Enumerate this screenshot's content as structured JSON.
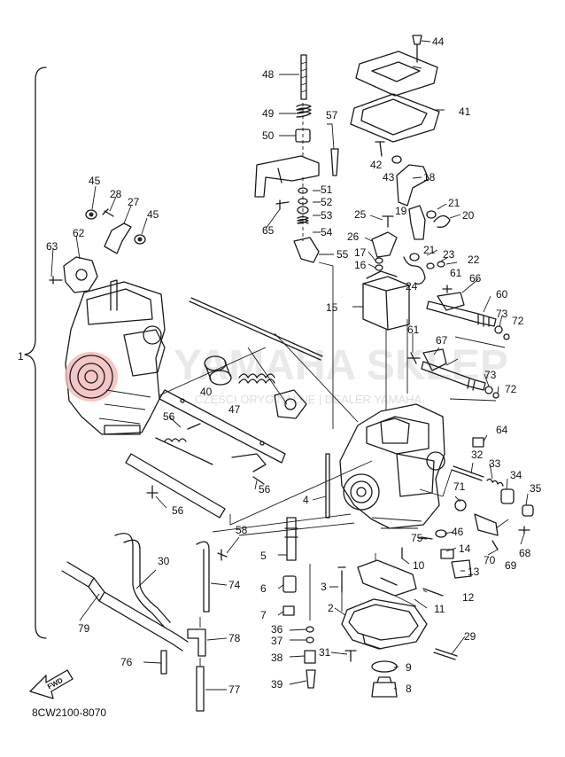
{
  "callouts": {
    "n1": "1",
    "n2": "2",
    "n3": "3",
    "n4": "4",
    "n5": "5",
    "n6": "6",
    "n7": "7",
    "n8": "8",
    "n9": "9",
    "n10": "10",
    "n11": "11",
    "n12": "12",
    "n13": "13",
    "n14": "14",
    "n15": "15",
    "n16": "16",
    "n17": "17",
    "n18": "18",
    "n19": "19",
    "n20": "20",
    "n21a": "21",
    "n21b": "21",
    "n22": "22",
    "n23": "23",
    "n24": "24",
    "n25": "25",
    "n26": "26",
    "n27": "27",
    "n28": "28",
    "n29": "29",
    "n30": "30",
    "n31": "31",
    "n32": "32",
    "n33": "33",
    "n34": "34",
    "n35": "35",
    "n36": "36",
    "n37": "37",
    "n38": "38",
    "n39": "39",
    "n40": "40",
    "n41": "41",
    "n42": "42",
    "n43": "43",
    "n44": "44",
    "n45a": "45",
    "n45b": "45",
    "n46": "46",
    "n47": "47",
    "n48": "48",
    "n49": "49",
    "n50": "50",
    "n51": "51",
    "n52": "52",
    "n53": "53",
    "n54": "54",
    "n55": "55",
    "n56a": "56",
    "n56b": "56",
    "n56c": "56",
    "n57": "57",
    "n58": "58",
    "n60": "60",
    "n61a": "61",
    "n61b": "61",
    "n62": "62",
    "n63": "63",
    "n64": "64",
    "n65": "65",
    "n66": "66",
    "n67": "67",
    "n68": "68",
    "n69": "69",
    "n70": "70",
    "n71": "71",
    "n72a": "72",
    "n72b": "72",
    "n73a": "73",
    "n73b": "73",
    "n74": "74",
    "n75": "75",
    "n76": "76",
    "n77": "77",
    "n78": "78",
    "n79": "79"
  },
  "fwd_label": "FWD",
  "diagram_code": "8CW2100-8070",
  "watermark": {
    "brand": "YAMAHA SKLEP",
    "tagline": "CZĘŚCI ORYGINALNE | DEALER YAMAHA"
  },
  "colors": {
    "line": "#1a1a1a",
    "highlight": "#f2b8b8",
    "watermark": "#d8d8d8"
  }
}
